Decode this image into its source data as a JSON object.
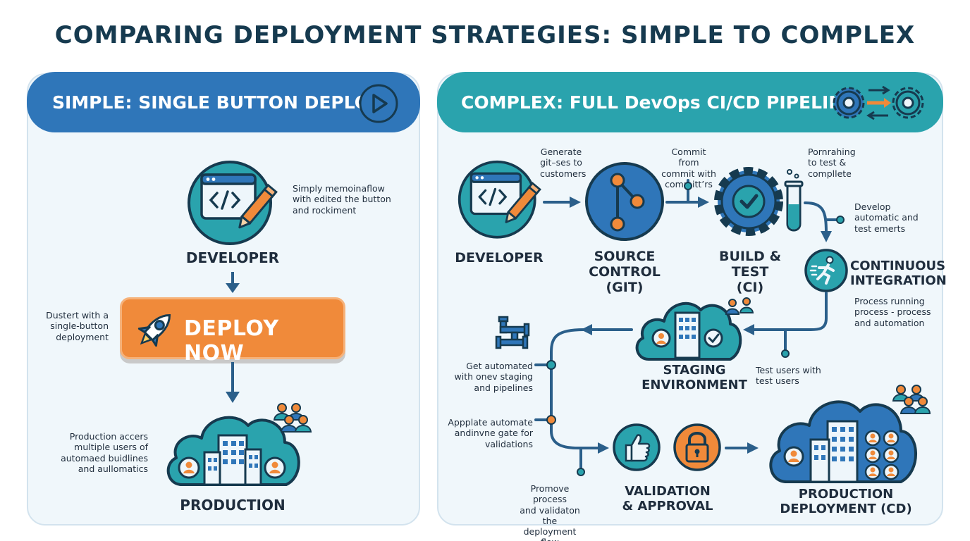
{
  "title": "COMPARING DEPLOYMENT STRATEGIES: SIMPLE TO COMPLEX",
  "simple": {
    "header": "SIMPLE: SINGLE BUTTON DEPLOY",
    "developer_label": "DEVELOPER",
    "developer_note": [
      "Simply memoinaflow",
      "with edited the button",
      "and rockiment"
    ],
    "button_label": "DEPLOY NOW",
    "button_note": [
      "Dustert with a",
      "single-button",
      "deployment"
    ],
    "production_label": "PRODUCTION",
    "production_note": [
      "Production accers",
      "multiple users of",
      "automaed buidlines",
      "and aullomatics"
    ]
  },
  "complex": {
    "header": "COMPLEX: FULL DevOps CI/CD PIPELINE",
    "developer_label": "DEVELOPER",
    "note_generate": [
      "Generate",
      "git–ses to",
      "customers"
    ],
    "source_label": [
      "SOURCE CONTROL",
      "(GIT)"
    ],
    "note_commit": [
      "Commit from",
      "commit with",
      "committ’rs"
    ],
    "build_label": [
      "BUILD & TEST",
      "(CI)"
    ],
    "note_test": [
      "Pornrahing",
      "to test &",
      "compllete"
    ],
    "note_develop": [
      "Develop",
      "automatic and",
      "test emerts"
    ],
    "ci_label": [
      "CONTINUOUS",
      "INTEGRATION"
    ],
    "note_process": [
      "Process running",
      "process - process",
      "and automation"
    ],
    "staging_label": [
      "STAGING",
      "ENVIRONMENT"
    ],
    "note_test_users": [
      "Test users with",
      "test users"
    ],
    "note_get_automated": [
      "Get automated",
      "with onev staging",
      "and pipelines"
    ],
    "note_appplate": [
      "Appplate automate",
      "andinvne gate for",
      "validations"
    ],
    "note_promove": [
      "Promove process",
      "and validaton the",
      "deployment flow"
    ],
    "validation_label": [
      "VALIDATION",
      "& APPROVAL"
    ],
    "production_label": [
      "PRODUCTION",
      "DEPLOYMENT (CD)"
    ]
  },
  "colors": {
    "blue": "#2f76b9",
    "teal": "#2aa3ad",
    "orange": "#f08a3a",
    "navy": "#163a4f",
    "arrow": "#2b5f8a"
  },
  "icons": [
    "play-icon",
    "code-editor-icon",
    "pencil-icon",
    "rocket-icon",
    "cloud-icon",
    "building-icon",
    "users-icon",
    "git-branch-icon",
    "gear-check-icon",
    "test-tube-icon",
    "runner-icon",
    "pipe-icon",
    "thumbs-up-icon",
    "padlock-icon",
    "gears-icon"
  ]
}
